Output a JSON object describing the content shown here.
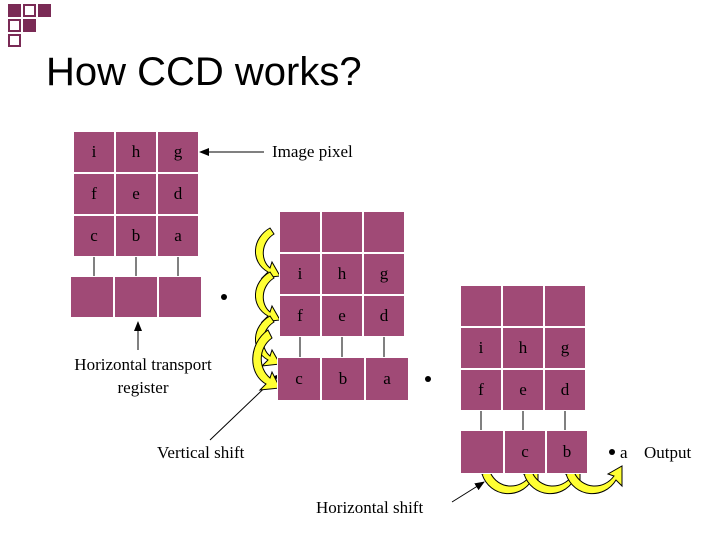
{
  "slide": {
    "title": "How CCD works?",
    "accent_color": "#7a2a55",
    "cell_color": "#a04a76",
    "arrow_fill_color": "#ffff33"
  },
  "stage1": {
    "grid": [
      [
        "i",
        "h",
        "g"
      ],
      [
        "f",
        "e",
        "d"
      ],
      [
        "c",
        "b",
        "a"
      ]
    ],
    "register": [
      "",
      "",
      ""
    ]
  },
  "stage2": {
    "grid": [
      [
        "",
        "",
        ""
      ],
      [
        "i",
        "h",
        "g"
      ],
      [
        "f",
        "e",
        "d"
      ]
    ],
    "register": [
      "c",
      "b",
      "a"
    ]
  },
  "stage3": {
    "grid": [
      [
        "",
        "",
        ""
      ],
      [
        "i",
        "h",
        "g"
      ],
      [
        "f",
        "e",
        "d"
      ]
    ],
    "register": [
      "",
      "c",
      "b"
    ],
    "output_value": "a"
  },
  "labels": {
    "image_pixel": "Image pixel",
    "horizontal_transport_register_line1": "Horizontal transport",
    "horizontal_transport_register_line2": "register",
    "vertical_shift": "Vertical shift",
    "horizontal_shift": "Horizontal shift",
    "output": "Output"
  }
}
